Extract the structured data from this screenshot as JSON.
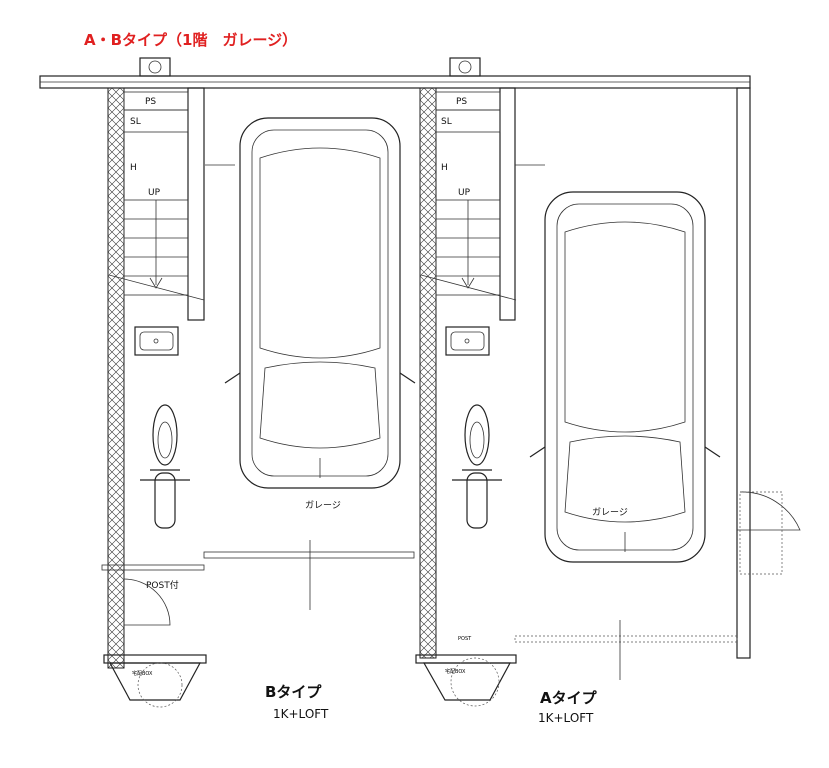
{
  "title": "A・Bタイプ（1階　ガレージ）",
  "colors": {
    "title": "#e02020",
    "line": "#222222"
  },
  "unit_b": {
    "ps": "PS",
    "sl": "SL",
    "h": "H",
    "up": "UP",
    "garage": "ガレージ",
    "post": "POST付",
    "box": "宅配BOX",
    "type_label": "Bタイプ",
    "plan": "1K+LOFT"
  },
  "unit_a": {
    "ps": "PS",
    "sl": "SL",
    "h": "H",
    "up": "UP",
    "garage": "ガレージ",
    "post": "POST",
    "box": "宅配BOX",
    "type_label": "Aタイプ",
    "plan": "1K+LOFT"
  }
}
